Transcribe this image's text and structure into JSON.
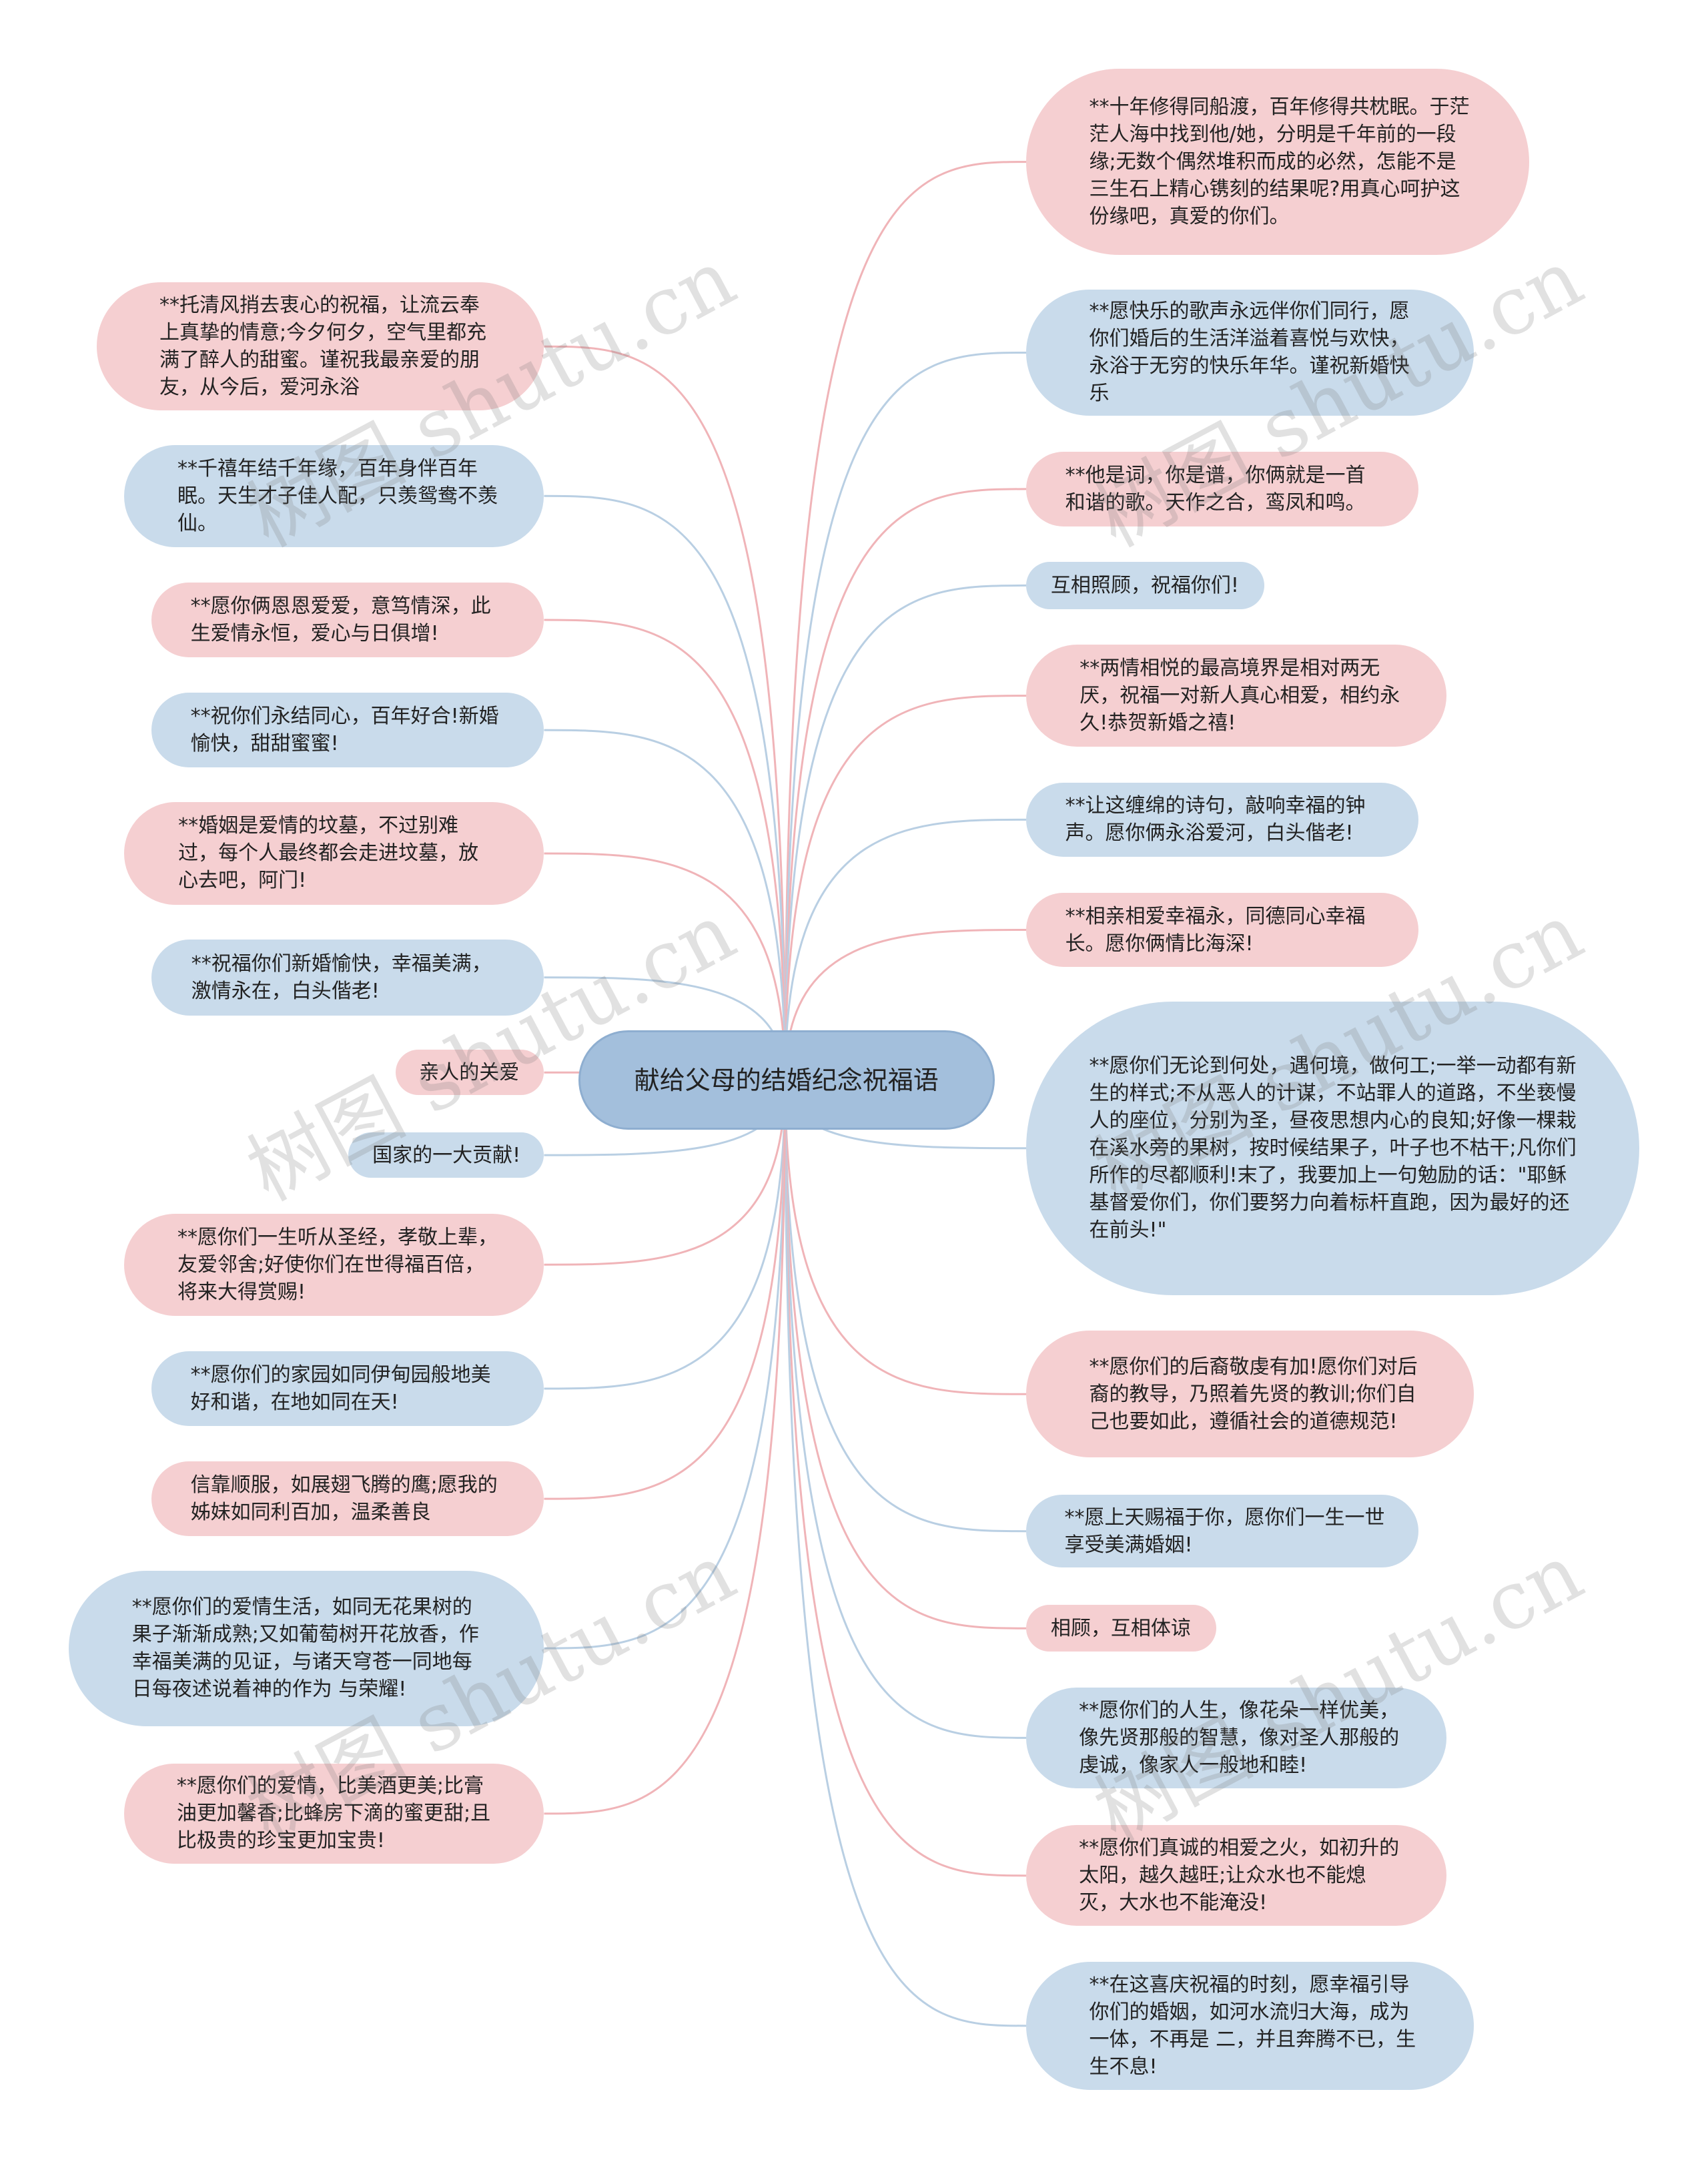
{
  "center": {
    "label": "献给父母的结婚纪念祝福语"
  },
  "colors": {
    "pink": "#f5cfd1",
    "blue": "#c9dbeb",
    "center": "#a3bfdc",
    "pink_line": "#f0b4b8",
    "blue_line": "#b9cfe3"
  },
  "watermark": "树图 shutu.cn",
  "right_nodes": [
    {
      "text": "**十年修得同船渡，百年修得共枕眠。于茫茫人海中找到他/她，分明是千年前的一段缘;无数个偶然堆积而成的必然，怎能不是三生石上精心镌刻的结果呢?用真心呵护这份缘吧，真爱的你们。",
      "color": "pink"
    },
    {
      "text": "**愿快乐的歌声永远伴你们同行，愿你们婚后的生活洋溢着喜悦与欢快，永浴于无穷的快乐年华。谨祝新婚快乐",
      "color": "blue"
    },
    {
      "text": "**他是词，你是谱，你俩就是一首和谐的歌。天作之合，鸾凤和鸣。",
      "color": "pink"
    },
    {
      "text": "互相照顾，祝福你们!",
      "color": "blue"
    },
    {
      "text": "**两情相悦的最高境界是相对两无厌，祝福一对新人真心相爱，相约永久!恭贺新婚之禧!",
      "color": "pink"
    },
    {
      "text": "**让这缠绵的诗句，敲响幸福的钟声。愿你俩永浴爱河，白头偕老!",
      "color": "blue"
    },
    {
      "text": "**相亲相爱幸福永，同德同心幸福长。愿你俩情比海深!",
      "color": "pink"
    },
    {
      "text": "**愿你们无论到何处，遇何境，做何工;一举一动都有新生的样式;不从恶人的计谋，不站罪人的道路，不坐亵慢人的座位，分别为圣，昼夜思想内心的良知;好像一棵栽在溪水旁的果树，按时候结果子，叶子也不枯干;凡你们所作的尽都顺利!末了，我要加上一句勉励的话：\"耶稣基督爱你们，你们要努力向着标杆直跑，因为最好的还在前头!\"",
      "color": "blue"
    },
    {
      "text": "**愿你们的后裔敬虔有加!愿你们对后裔的教导，乃照着先贤的教训;你们自己也要如此，遵循社会的道德规范!",
      "color": "pink"
    },
    {
      "text": "**愿上天赐福于你，愿你们一生一世享受美满婚姻!",
      "color": "blue"
    },
    {
      "text": "相顾，互相体谅",
      "color": "pink"
    },
    {
      "text": "**愿你们的人生，像花朵一样优美，像先贤那般的智慧，像对圣人那般的虔诚，像家人一般地和睦!",
      "color": "blue"
    },
    {
      "text": "**愿你们真诚的相爱之火，如初升的太阳，越久越旺;让众水也不能熄灭，大水也不能淹没!",
      "color": "pink"
    },
    {
      "text": "**在这喜庆祝福的时刻，愿幸福引导你们的婚姻，如河水流归大海，成为一体，不再是 二，并且奔腾不已，生生不息!",
      "color": "blue"
    }
  ],
  "left_nodes": [
    {
      "text": "**托清风捎去衷心的祝福，让流云奉上真挚的情意;今夕何夕，空气里都充满了醉人的甜蜜。谨祝我最亲爱的朋友，从今后，爱河永浴",
      "color": "pink"
    },
    {
      "text": "**千禧年结千年缘，百年身伴百年眠。天生才子佳人配，只羡鸳鸯不羡仙。",
      "color": "blue"
    },
    {
      "text": "**愿你俩恩恩爱爱，意笃情深，此生爱情永恒，爱心与日俱增!",
      "color": "pink"
    },
    {
      "text": "**祝你们永结同心，百年好合!新婚愉快，甜甜蜜蜜!",
      "color": "blue"
    },
    {
      "text": "**婚姻是爱情的坟墓，不过别难过，每个人最终都会走进坟墓，放心去吧，阿门!",
      "color": "pink"
    },
    {
      "text": "**祝福你们新婚愉快，幸福美满，激情永在，白头偕老!",
      "color": "blue"
    },
    {
      "text": "亲人的关爱",
      "color": "pink"
    },
    {
      "text": "国家的一大贡献!",
      "color": "blue"
    },
    {
      "text": "**愿你们一生听从圣经，孝敬上辈，友爱邻舍;好使你们在世得福百倍，将来大得赏赐!",
      "color": "pink"
    },
    {
      "text": "**愿你们的家园如同伊甸园般地美好和谐，在地如同在天!",
      "color": "blue"
    },
    {
      "text": "信靠顺服，如展翅飞腾的鹰;愿我的姊妹如同利百加，温柔善良",
      "color": "pink"
    },
    {
      "text": "**愿你们的爱情生活，如同无花果树的果子渐渐成熟;又如葡萄树开花放香，作幸福美满的见证，与诸天穹苍一同地每日每夜述说着神的作为 与荣耀!",
      "color": "blue"
    },
    {
      "text": "**愿你们的爱情，比美酒更美;比膏油更加馨香;比蜂房下滴的蜜更甜;且比极贵的珍宝更加宝贵!",
      "color": "pink"
    }
  ]
}
